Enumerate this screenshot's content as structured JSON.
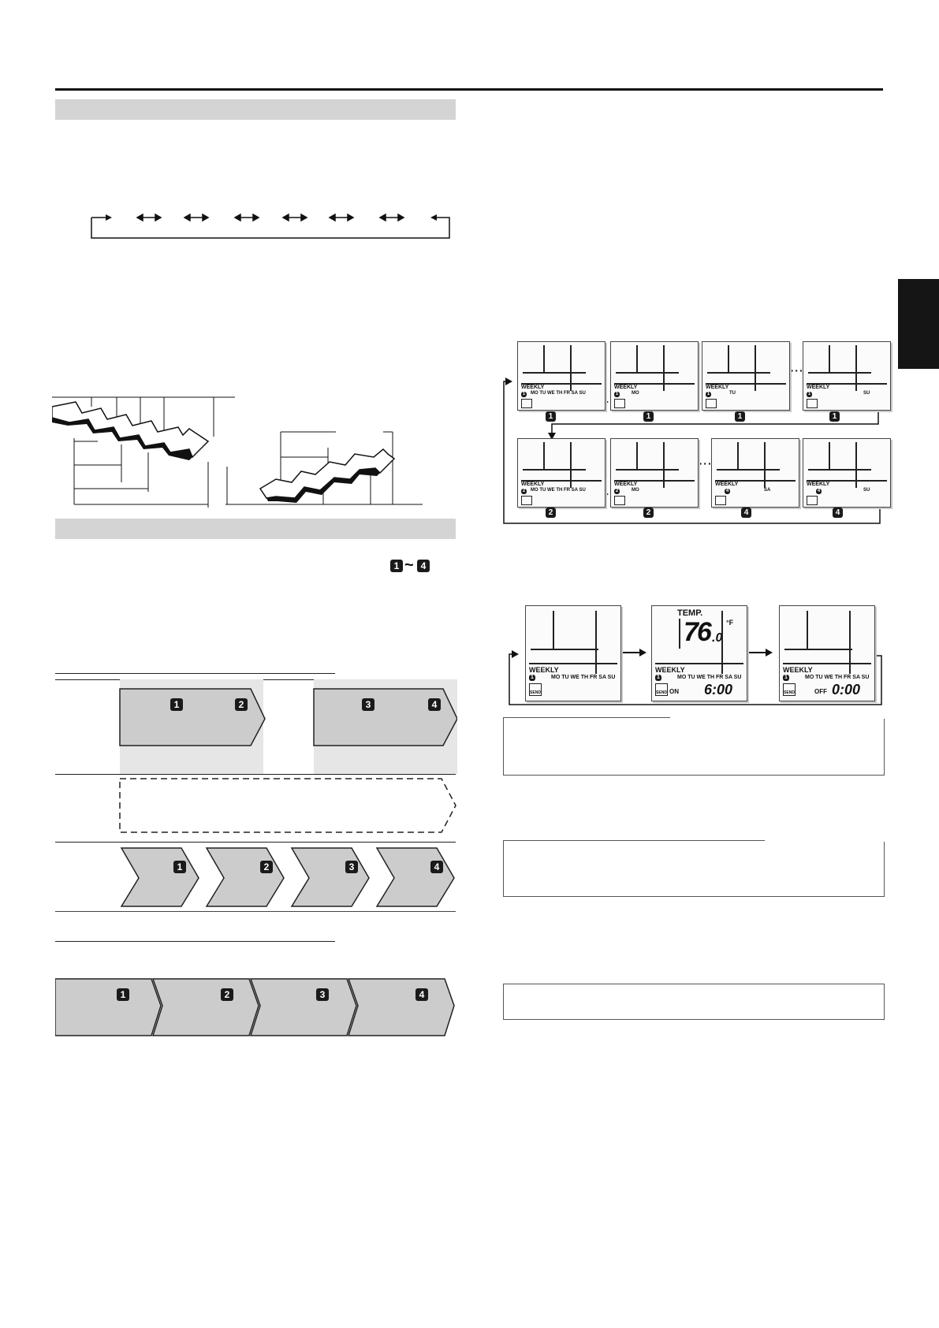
{
  "colors": {
    "section_bar": "#d4d4d4",
    "side_tab": "#151515",
    "arrow_fill": "#cccccc",
    "band_fill": "#e6e6e6"
  },
  "program_range": {
    "from": "1",
    "sep": "~",
    "to": "4"
  },
  "flow_badges": {
    "row1": [
      "1",
      "2",
      "3",
      "4"
    ],
    "row2": [
      "1",
      "2",
      "3",
      "4"
    ],
    "row3": [
      "1",
      "2",
      "3",
      "4"
    ]
  },
  "cycle_screens": [
    {
      "weekly": "WEEKLY",
      "prog": "1",
      "days": "MO TU WE TH FR SA SU",
      "label": "1"
    },
    {
      "weekly": "WEEKLY",
      "prog": "1",
      "days": "MO",
      "label": "1"
    },
    {
      "weekly": "WEEKLY",
      "prog": "1",
      "days": "TU",
      "label": "1"
    },
    {
      "weekly": "WEEKLY",
      "prog": "1",
      "days": "SU",
      "label": "1"
    },
    {
      "weekly": "WEEKLY",
      "prog": "2",
      "days": "MO TU WE TH FR SA SU",
      "label": "2"
    },
    {
      "weekly": "WEEKLY",
      "prog": "2",
      "days": "MO",
      "label": "2"
    },
    {
      "weekly": "WEEKLY",
      "prog": "4",
      "days": "SA",
      "label": "4"
    },
    {
      "weekly": "WEEKLY",
      "prog": "4",
      "days": "SU",
      "label": "4"
    }
  ],
  "ellipsis": "·······",
  "time_screens": [
    {
      "weekly": "WEEKLY",
      "prog": "1",
      "days": "MO TU WE TH FR SA SU",
      "send": "SEND"
    },
    {
      "temp_label": "TEMP.",
      "temp_value": "76",
      "temp_decimal": ".0",
      "unit": "°F",
      "weekly": "WEEKLY",
      "prog": "1",
      "days": "MO TU WE TH FR SA SU",
      "send": "SEND",
      "mode": "ON",
      "time": "6:00"
    },
    {
      "weekly": "WEEKLY",
      "prog": "1",
      "days": "MO TU WE TH FR SA SU",
      "send": "SEND",
      "mode": "OFF",
      "time": "0:00"
    }
  ]
}
